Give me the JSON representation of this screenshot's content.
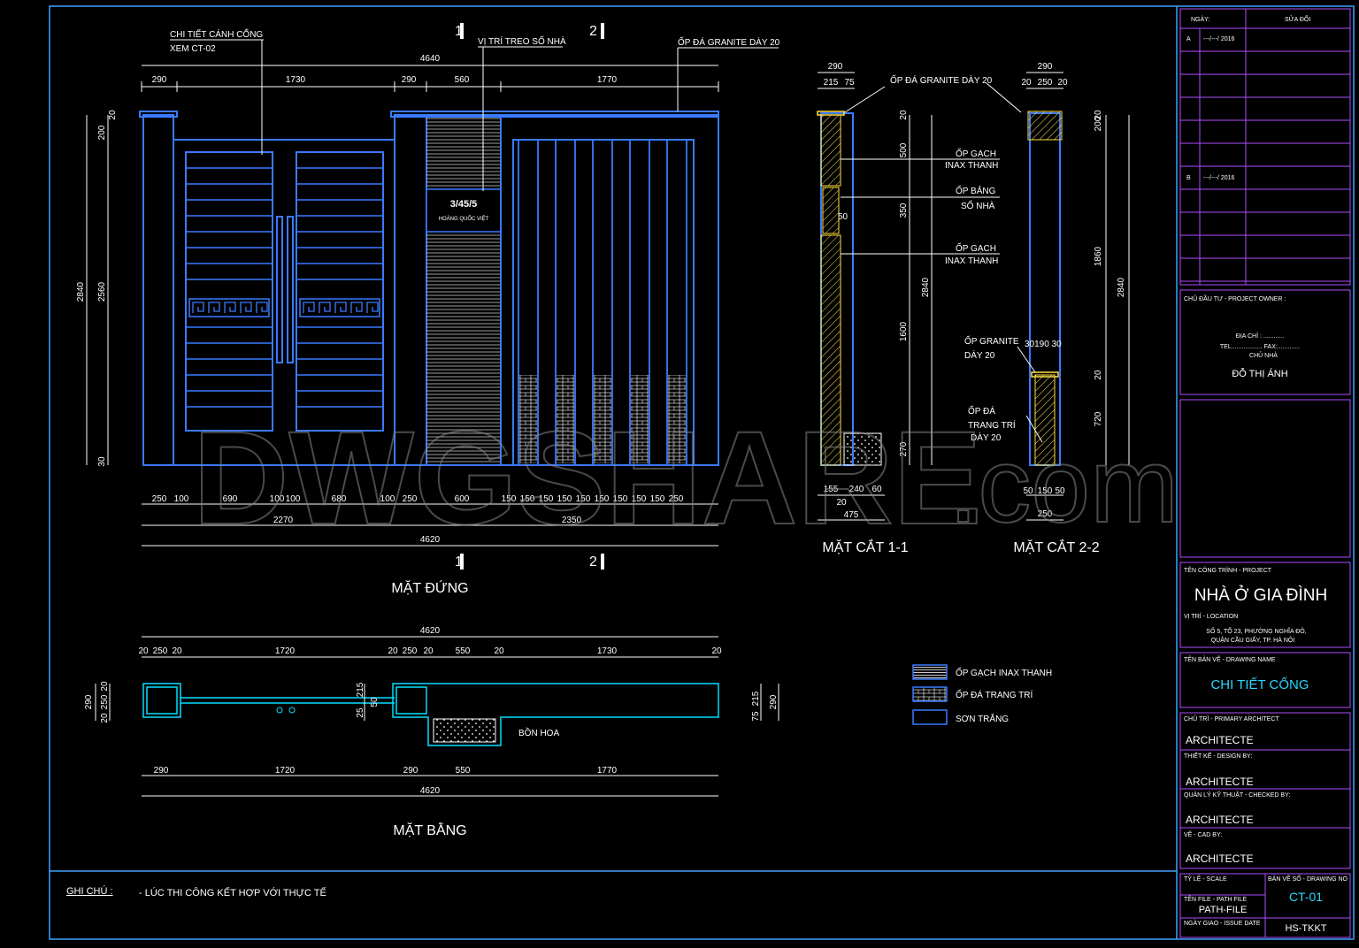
{
  "watermark": {
    "main": "DWGSHARE",
    "suffix": ".com"
  },
  "elevation": {
    "title": "MẶT ĐỨNG",
    "gate_leaf_note_1": "CHI TIẾT CÁNH CỔNG",
    "gate_leaf_note_2": "XEM CT-02",
    "house_number_note": "VỊ TRÍ TREO SỐ NHÀ",
    "granite_note": "ỐP ĐÁ GRANITE DÀY 20",
    "house_number": "3/45/5",
    "house_name": "HOÀNG QUỐC VIỆT",
    "section_mark_1": "1",
    "section_mark_2": "2",
    "dims_top_total": "4640",
    "dims_top": [
      "290",
      "1730",
      "290",
      "560",
      "1770"
    ],
    "dims_left": [
      "200",
      "20",
      "2560",
      "2840",
      "30"
    ],
    "dims_bottom_1": [
      "250",
      "100",
      "690",
      "100",
      "100",
      "680",
      "100",
      "250",
      "600",
      "150",
      "150",
      "150",
      "150",
      "150",
      "150",
      "150",
      "150",
      "150",
      "250"
    ],
    "dims_bottom_2": [
      "2270",
      "2350"
    ],
    "dims_bottom_total": "4620"
  },
  "section_1": {
    "title": "MẶT CẮT 1-1",
    "top_dim": "290",
    "top_sub": [
      "215",
      "75"
    ],
    "granite_label": "ỐP ĐÁ GRANITE DÀY 20",
    "label_tile_1a": "ỐP GẠCH",
    "label_tile_1b": "INAX THANH",
    "label_plate_a": "ỐP BẢNG",
    "label_plate_b": "SỐ NHÀ",
    "label_tile_2a": "ỐP GẠCH",
    "label_tile_2b": "INAX THANH",
    "dims_right": [
      "20",
      "500",
      "350",
      "1600",
      "270",
      "2840"
    ],
    "dim_50": "50",
    "dims_bottom": [
      "155",
      "240",
      "60",
      "20",
      "475"
    ]
  },
  "section_2": {
    "title": "MẶT CẮT 2-2",
    "top_dim": "290",
    "top_sub": [
      "20",
      "250",
      "20"
    ],
    "label_granite_a": "ỐP GRANITE",
    "label_granite_b": "DÀY 20",
    "label_stone_a": "ỐP ĐÁ",
    "label_stone_b": "TRANG TRÍ",
    "label_stone_c": "DÀY 20",
    "dims_right": [
      "200",
      "20",
      "1860",
      "20",
      "720",
      "2840"
    ],
    "dim_mid": "30190 30",
    "dims_bottom": [
      "50",
      "150",
      "50",
      "250"
    ]
  },
  "plan": {
    "title": "MẶT BẰNG",
    "flower_box": "BỒN HOA",
    "dims_top_total": "4620",
    "dims_top": [
      "20",
      "250",
      "20",
      "1720",
      "20",
      "250",
      "20",
      "550",
      "20",
      "1730",
      "20"
    ],
    "dims_bottom": [
      "290",
      "1720",
      "290",
      "550",
      "1770"
    ],
    "dims_bottom_total": "4620",
    "dims_left": [
      "290",
      "250",
      "20",
      "20"
    ],
    "dims_mid": [
      "215",
      "50",
      "25"
    ],
    "dims_right": [
      "290",
      "215",
      "75"
    ]
  },
  "legend": [
    {
      "label": "ỐP GẠCH INAX THANH"
    },
    {
      "label": "ỐP ĐÁ TRANG TRÍ"
    },
    {
      "label": "SƠN TRẮNG"
    }
  ],
  "notes": {
    "heading": "GHI CHÚ :",
    "text": "- LÚC THI CÔNG KẾT HỢP VỚI THỰC TẾ"
  },
  "title_block": {
    "rev_date_label": "NGÀY:",
    "rev_edit_label": "SỬA ĐỔI",
    "rev_a": "A",
    "rev_a_date": "---/---/ 2016",
    "rev_b": "B",
    "rev_b_date": "---/---/ 2016",
    "owner_label": "CHỦ ĐẦU TƯ - PROJECT OWNER :",
    "owner_address": "ĐỊA CHỈ : ............",
    "owner_tel": "TEL.................. FAX:.............",
    "owner_role": "CHỦ NHÀ",
    "owner_name": "ĐỖ THỊ ÁNH",
    "project_label": "TÊN CÔNG TRÌNH - PROJECT",
    "project_name": "NHÀ Ở GIA ĐÌNH",
    "location_label": "VỊ TRÍ - LOCATION",
    "location_1": "SỐ 5, TỔ 23, PHƯỜNG NGHĨA ĐÔ,",
    "location_2": "QUẬN CẦU GIẤY, TP. HÀ NỘI",
    "drawing_label": "TÊN BẢN VẼ - DRAWING NAME",
    "drawing_name": "CHI TIẾT CỔNG",
    "chief_label": "CHỦ TRÌ - PRIMARY ARCHITECT",
    "chief": "ARCHITECTE",
    "design_label": "THIẾT KẾ - DESIGN BY:",
    "design": "ARCHITECTE",
    "check_label": "QUẢN LÝ KỸ THUẬT - CHECKED BY:",
    "check": "ARCHITECTE",
    "cad_label": "VẼ - CAD BY:",
    "cad": "ARCHITECTE",
    "scale_label": "TỶ LỆ - SCALE",
    "dwg_no_label": "BẢN VẼ SỐ - DRAWING NO",
    "path_label": "TÊN FILE - PATH FILE",
    "path": "PATH-FILE",
    "dwg_no": "CT-01",
    "date_label": "NGÀY GIAO - ISSUE DATE",
    "hs": "HS-TKKT"
  }
}
